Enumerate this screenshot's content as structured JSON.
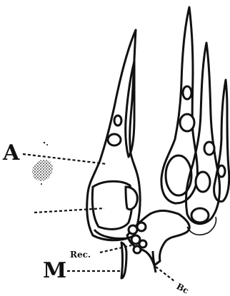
{
  "figure": {
    "labels": {
      "a": "A",
      "m": "M",
      "rec": "Rec.",
      "bc": "Bc"
    }
  }
}
